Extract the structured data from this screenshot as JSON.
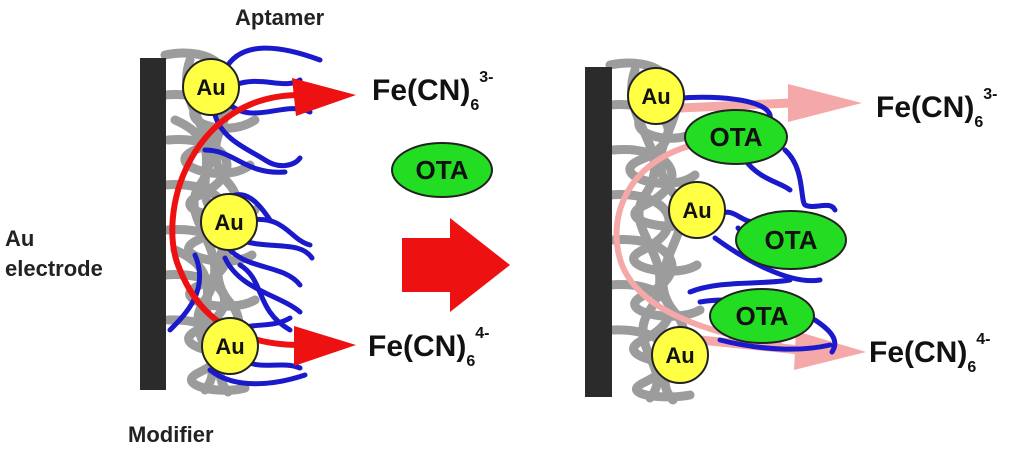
{
  "labels": {
    "aptamer": "Aptamer",
    "modifier": "Modifier",
    "electrode_line1": "Au",
    "electrode_line2": "electrode",
    "gold": "Au",
    "target": "OTA"
  },
  "species": {
    "ferricyanide": {
      "base": "Fe(CN)",
      "sub": "6",
      "sup": "3-"
    },
    "ferrocyanide": {
      "base": "Fe(CN)",
      "sub": "6",
      "sup": "4-"
    }
  },
  "colors": {
    "electrode": "#2b2b2b",
    "polymer": "#9c9c9c",
    "aptamer": "#1a1acc",
    "gold_fill": "#ffff44",
    "target_fill": "#22dd22",
    "arrow_strong": "#ee1111",
    "arrow_faded": "#f5a8a8"
  }
}
